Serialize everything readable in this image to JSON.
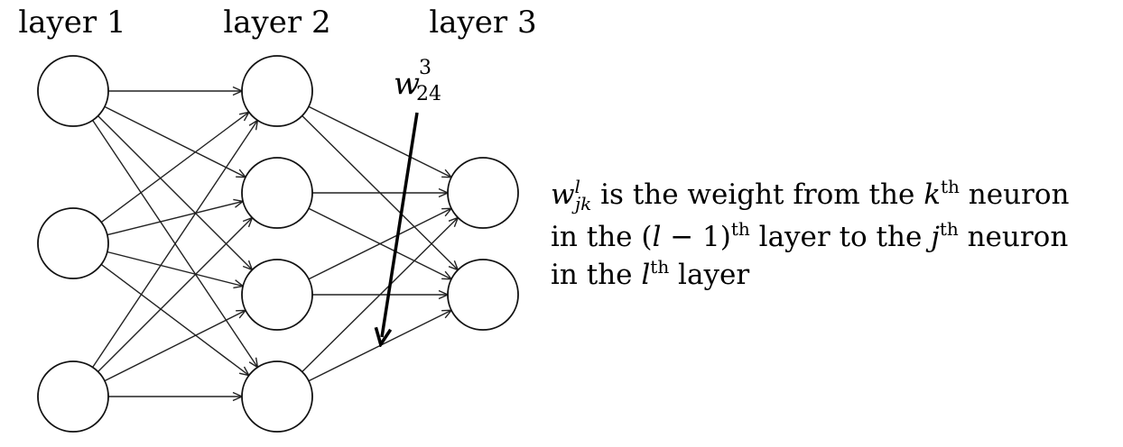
{
  "layers": [
    {
      "label": "layer 1",
      "count": 3
    },
    {
      "label": "layer 2",
      "count": 4
    },
    {
      "label": "layer 3",
      "count": 2
    }
  ],
  "highlight": {
    "base": "w",
    "superscript": "3",
    "subscript": "24",
    "from_layer": 2,
    "from_neuron": 4,
    "to_layer": 3,
    "to_neuron": 2
  },
  "caption": {
    "line1": {
      "w": "w",
      "w_sup": "l",
      "w_sub": "jk",
      "t1": " is the weight from the ",
      "k": "k",
      "th": "th",
      "t2": " neuron"
    },
    "line2": {
      "t1": "in the (",
      "l": "l",
      "t2": " − 1)",
      "th": "th",
      "t3": " layer to the ",
      "j": "j",
      "th2": "th",
      "t4": " neuron"
    },
    "line3": {
      "t1": "in the ",
      "l": "l",
      "th": "th",
      "t2": " layer"
    }
  }
}
